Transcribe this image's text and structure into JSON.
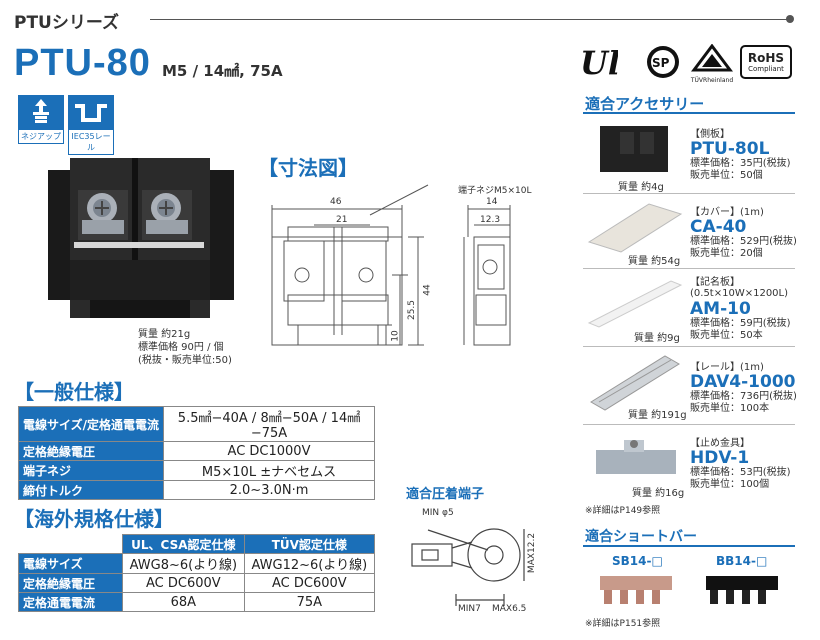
{
  "header": {
    "series": "PTUシリーズ",
    "model": "PTU-80",
    "spec": "M5 / 14㎟, 75A"
  },
  "badges": [
    {
      "icon": "ul-icon"
    },
    {
      "icon": "csa-icon"
    },
    {
      "icon": "tuv-icon",
      "label": "TÜVRheinland"
    },
    {
      "icon": "rohs-icon",
      "label": "RoHS",
      "sub": "Compliant"
    }
  ],
  "features": [
    {
      "icon": "screw-up-icon",
      "label": "ネジアップ"
    },
    {
      "icon": "din-rail-icon",
      "label": "IEC35レール"
    }
  ],
  "product": {
    "mass": "質量 約21g",
    "price": "標準価格 90円 / 個",
    "unit": "(税抜・販売単位:50)"
  },
  "dimensions": {
    "title": "【寸法図】",
    "screw": "端子ネジM5×10L",
    "w46": "46",
    "w21": "21",
    "w14": "14",
    "w12": "12.3",
    "h44": "44",
    "h25": "25.5",
    "h10": "10"
  },
  "general": {
    "title": "【一般仕様】",
    "rows": [
      {
        "label": "電線サイズ/定格通電電流",
        "value": "5.5㎟−40A / 8㎟−50A / 14㎟−75A"
      },
      {
        "label": "定格絶縁電圧",
        "value": "AC DC1000V"
      },
      {
        "label": "端子ネジ",
        "value": "M5×10L ±ナベセムス"
      },
      {
        "label": "締付トルク",
        "value": "2.0~3.0N·m"
      }
    ]
  },
  "overseas": {
    "title": "【海外規格仕様】",
    "headers": [
      "UL、CSA認定仕様",
      "TÜV認定仕様"
    ],
    "rows": [
      {
        "label": "電線サイズ",
        "ul": "AWG8~6(より線)",
        "tuv": "AWG12~6(より線)"
      },
      {
        "label": "定格絶縁電圧",
        "ul": "AC DC600V",
        "tuv": "AC DC600V"
      },
      {
        "label": "定格通電電流",
        "ul": "68A",
        "tuv": "75A"
      }
    ]
  },
  "crimp": {
    "title": "適合圧着端子",
    "min5": "MIN φ5",
    "max12": "MAX12.2",
    "min7": "MIN7",
    "max65": "MAX6.5"
  },
  "accessories": {
    "title": "適合アクセサリー",
    "items": [
      {
        "cat": "【側板】",
        "name": "PTU-80L",
        "price": "標準価格：35円(税抜)",
        "unit": "販売単位：50個",
        "mass": "質量 約4g"
      },
      {
        "cat": "【カバー】(1m)",
        "name": "CA-40",
        "price": "標準価格：529円(税抜)",
        "unit": "販売単位：20個",
        "mass": "質量 約54g"
      },
      {
        "cat": "【記名板】",
        "sub": "(0.5t×10W×1200L)",
        "name": "AM-10",
        "price": "標準価格：59円(税抜)",
        "unit": "販売単位：50本",
        "mass": "質量 約9g"
      },
      {
        "cat": "【レール】(1m)",
        "name": "DAV4-1000",
        "price": "標準価格：736円(税抜)",
        "unit": "販売単位：100本",
        "mass": "質量 約191g"
      },
      {
        "cat": "【止め金具】",
        "name": "HDV-1",
        "price": "標準価格：53円(税抜)",
        "unit": "販売単位：100個",
        "mass": "質量 約16g"
      }
    ],
    "note": "※詳細はP149参照"
  },
  "shortbar": {
    "title": "適合ショートバー",
    "items": [
      "SB14-□",
      "BB14-□"
    ],
    "note": "※詳細はP151参照"
  }
}
